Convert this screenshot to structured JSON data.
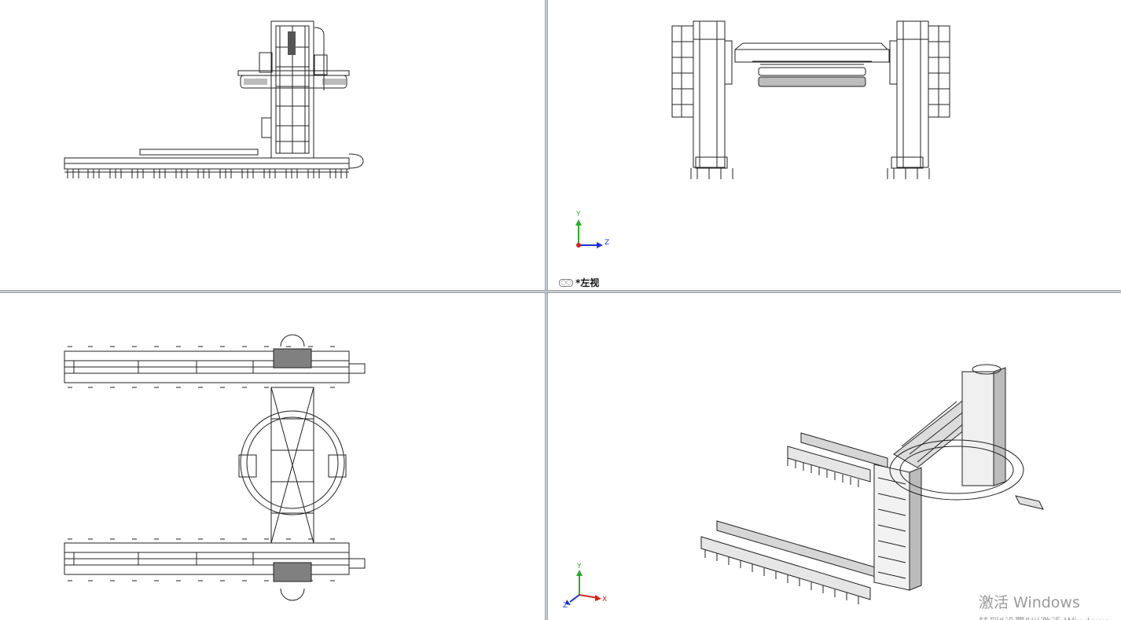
{
  "views": [
    {
      "name": "front-view",
      "label": ""
    },
    {
      "name": "left-view",
      "label": "*左视"
    },
    {
      "name": "top-view",
      "label": ""
    },
    {
      "name": "isometric-view",
      "label": ""
    }
  ],
  "triad_left": {
    "y": "Y",
    "z": "Z"
  },
  "triad_iso": {
    "y": "Y",
    "x": "X",
    "z": "Z"
  },
  "icons": {
    "view_label": "glasses-icon"
  },
  "watermark": {
    "line1": "激活 Windows",
    "line2": "转到“设置”以激活 Windows。"
  },
  "colors": {
    "y_axis": "#2fa82f",
    "z_axis": "#2233cc",
    "x_axis": "#d62222",
    "line": "#222222",
    "divider": "#c9ccd2"
  }
}
